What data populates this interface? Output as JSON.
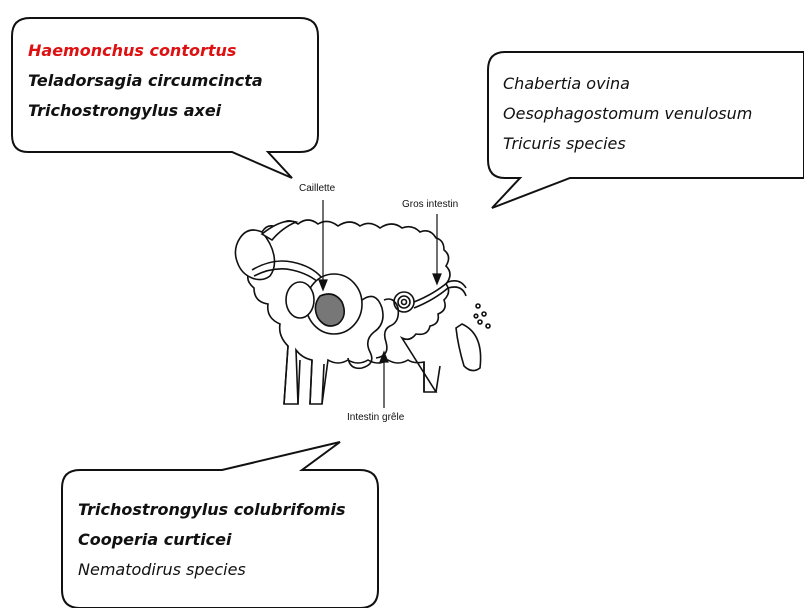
{
  "colors": {
    "highlight": "#dd1111",
    "text": "#111111",
    "stroke": "#111111",
    "organ_fill": "#777777"
  },
  "bubble_stomach": {
    "species": [
      {
        "name": "Haemonchus contortus",
        "color": "#dd1111"
      },
      {
        "name": "Teladorsagia circumcincta",
        "color": "#111111"
      },
      {
        "name": "Trichostrongylus axei",
        "color": "#111111"
      }
    ]
  },
  "bubble_large_intestine": {
    "species": [
      {
        "name": "Chabertia ovina"
      },
      {
        "name": "Oesophagostomum venulosum"
      },
      {
        "name": "Tricuris species"
      }
    ]
  },
  "bubble_small_intestine": {
    "species": [
      {
        "name": "Trichostrongylus colubrifomis"
      },
      {
        "name": "Cooperia curticei"
      },
      {
        "name": "Nematodirus species"
      }
    ]
  },
  "labels": {
    "caillette": "Caillette",
    "gros_intestin": "Gros intestin",
    "intestin_grele": "Intestin grêle"
  }
}
